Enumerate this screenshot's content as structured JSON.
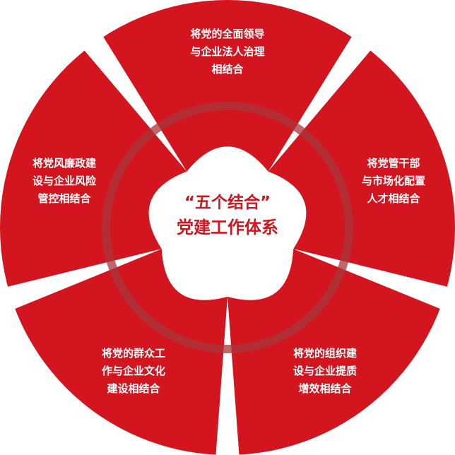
{
  "colors": {
    "segment": "#d2151e",
    "center_text": "#d2151e",
    "label_text": "#ffffff",
    "gap": "#ffffff",
    "overlap": "#a8353c"
  },
  "center": {
    "line1": "“五个结合”",
    "line2": "党建工作体系"
  },
  "segments": [
    {
      "lines": [
        "将党的全面领导",
        "与企业法人治理",
        "相结合"
      ]
    },
    {
      "lines": [
        "将党管干部",
        "与市场化配置",
        "人才相结合"
      ]
    },
    {
      "lines": [
        "将党的组织建",
        "设与企业提质",
        "增效相结合"
      ]
    },
    {
      "lines": [
        "将党的群众工",
        "作与企业文化",
        "建设相结合"
      ]
    },
    {
      "lines": [
        "将党风廉政建",
        "设与企业风险",
        "管控相结合"
      ]
    }
  ]
}
